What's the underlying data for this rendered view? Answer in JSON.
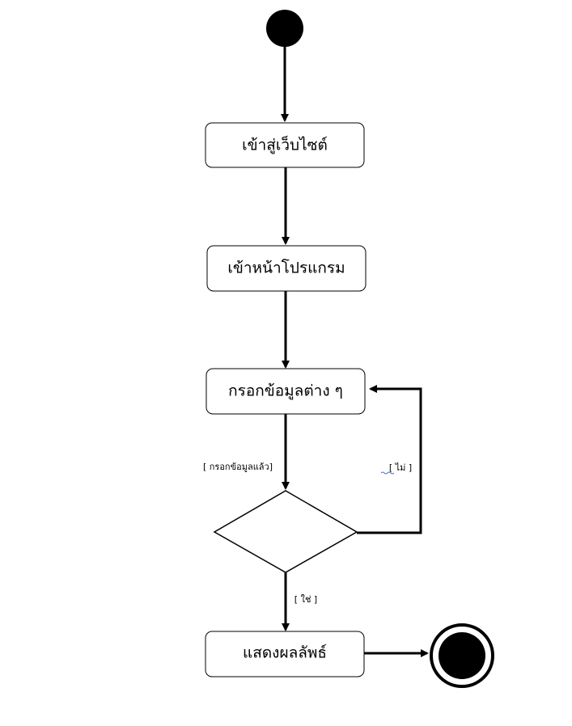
{
  "nodes": {
    "enter_site": "เข้าสู่เว็บไซต์",
    "open_program": "เข้าหน้าโปรแกรม",
    "fill_info": "กรอกข้อมูลต่าง ๆ",
    "show_result": "แสดงผลลัพธ์"
  },
  "guards": {
    "filled": "[ กรอกข้อมูลแล้ว]",
    "no": "[ ไม่ ]",
    "yes": "[ ใช่ ]"
  }
}
